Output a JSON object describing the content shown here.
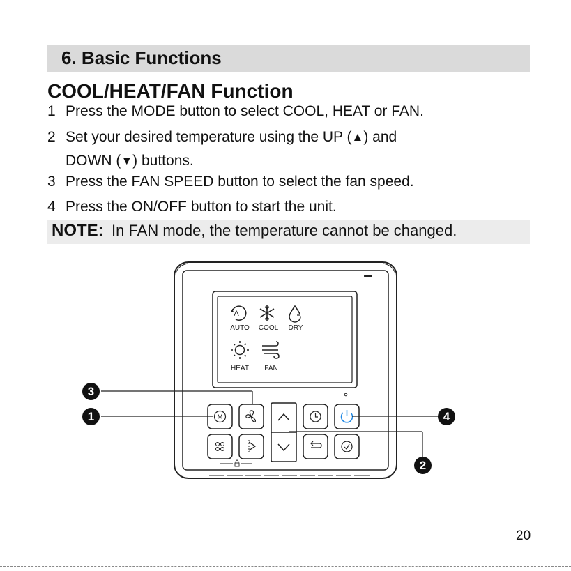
{
  "section": {
    "number": "6.",
    "title": "Basic Functions"
  },
  "subsection": {
    "title": "COOL/HEAT/FAN Function"
  },
  "steps": [
    {
      "number": "1",
      "text": "Press the MODE button to select COOL, HEAT or FAN."
    },
    {
      "number": "2",
      "text_before_up": "Set your desired temperature using the UP (",
      "up_symbol": "▲",
      "text_after_up": ") and",
      "text_line2_before": "DOWN (",
      "down_symbol": "▼",
      "text_line2_after": ") buttons."
    },
    {
      "number": "3",
      "text": "Press the FAN SPEED button to select the fan speed."
    },
    {
      "number": "4",
      "text": "Press the ON/OFF button to start the unit."
    }
  ],
  "note": {
    "label": "NOTE:",
    "text": "In FAN mode, the temperature cannot be changed."
  },
  "device": {
    "modes": {
      "auto": "AUTO",
      "cool": "COOL",
      "dry": "DRY",
      "heat": "HEAT",
      "fan": "FAN"
    },
    "auto_icon_letter": "A",
    "mode_button_letter": "M",
    "callouts": [
      "1",
      "2",
      "3",
      "4"
    ],
    "power_color": "#1e88e5"
  },
  "page_number": "20"
}
